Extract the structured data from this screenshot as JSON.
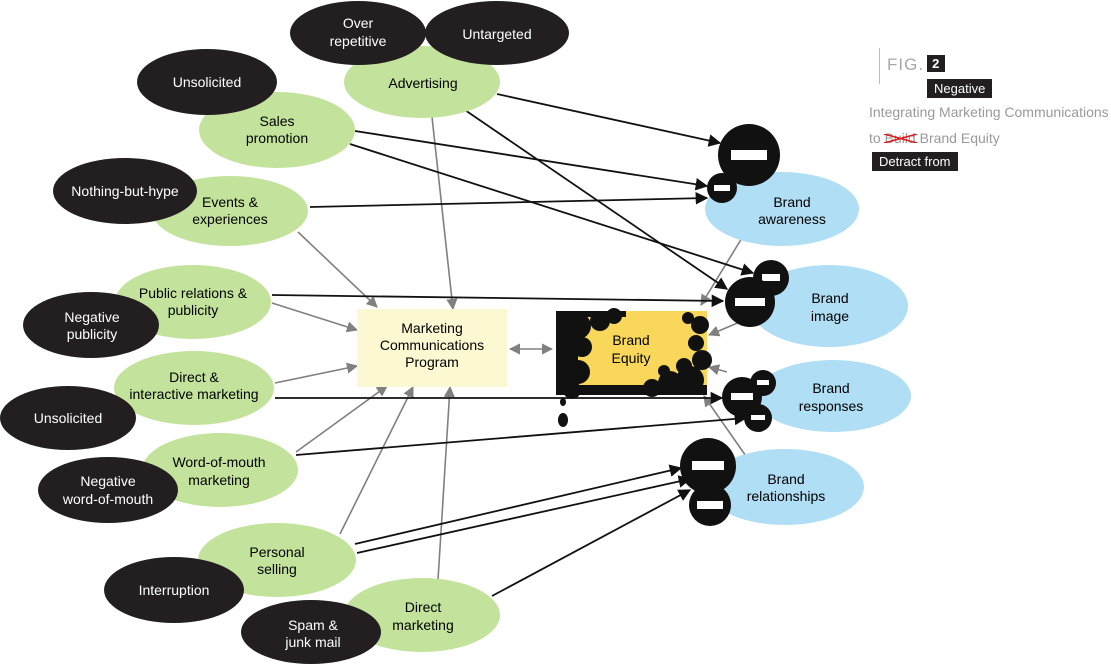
{
  "figure": {
    "fig_label": "FIG.",
    "fig_number": "2",
    "caption_line1": "Integrating Marketing Communications",
    "caption_to": "to",
    "caption_struck_word": "Build",
    "caption_end": "Brand Equity",
    "tag_negative": "Negative",
    "tag_detract": "Detract from"
  },
  "channels": [
    {
      "id": "advertising",
      "lines": [
        "Advertising"
      ]
    },
    {
      "id": "sales",
      "lines": [
        "Sales",
        "promotion"
      ]
    },
    {
      "id": "events",
      "lines": [
        "Events &",
        "experiences"
      ]
    },
    {
      "id": "pr",
      "lines": [
        "Public relations &",
        "publicity"
      ]
    },
    {
      "id": "direct_interactive",
      "lines": [
        "Direct &",
        "interactive marketing"
      ]
    },
    {
      "id": "wom",
      "lines": [
        "Word-of-mouth",
        "marketing"
      ]
    },
    {
      "id": "personal",
      "lines": [
        "Personal",
        "selling"
      ]
    },
    {
      "id": "direct",
      "lines": [
        "Direct",
        "marketing"
      ]
    }
  ],
  "negatives": [
    {
      "id": "over_rep",
      "lines": [
        "Over",
        "repetitive"
      ]
    },
    {
      "id": "untargeted",
      "lines": [
        "Untargeted"
      ]
    },
    {
      "id": "unsolicited1",
      "lines": [
        "Unsolicited"
      ]
    },
    {
      "id": "hype",
      "lines": [
        "Nothing-but-hype"
      ]
    },
    {
      "id": "neg_pub",
      "lines": [
        "Negative",
        "publicity"
      ]
    },
    {
      "id": "unsolicited2",
      "lines": [
        "Unsolicited"
      ]
    },
    {
      "id": "neg_wom",
      "lines": [
        "Negative",
        "word-of-mouth"
      ]
    },
    {
      "id": "interruption",
      "lines": [
        "Interruption"
      ]
    },
    {
      "id": "spam",
      "lines": [
        "Spam &",
        "junk mail"
      ]
    }
  ],
  "program": {
    "lines": [
      "Marketing",
      "Communications",
      "Program"
    ]
  },
  "equity": {
    "lines": [
      "Brand",
      "Equity"
    ]
  },
  "outcomes": [
    {
      "id": "awareness",
      "lines": [
        "Brand",
        "awareness"
      ]
    },
    {
      "id": "image",
      "lines": [
        "Brand",
        "image"
      ]
    },
    {
      "id": "responses",
      "lines": [
        "Brand",
        "responses"
      ]
    },
    {
      "id": "relationships",
      "lines": [
        "Brand",
        "relationships"
      ]
    }
  ],
  "colors": {
    "channel_fill": "#c3e39c",
    "negative_fill": "#231f20",
    "program_fill": "#fbf8d2",
    "equity_fill": "#f9d75b",
    "outcome_fill": "#b0def5",
    "black_arrow": "#111111",
    "gray_arrow": "#808080"
  }
}
